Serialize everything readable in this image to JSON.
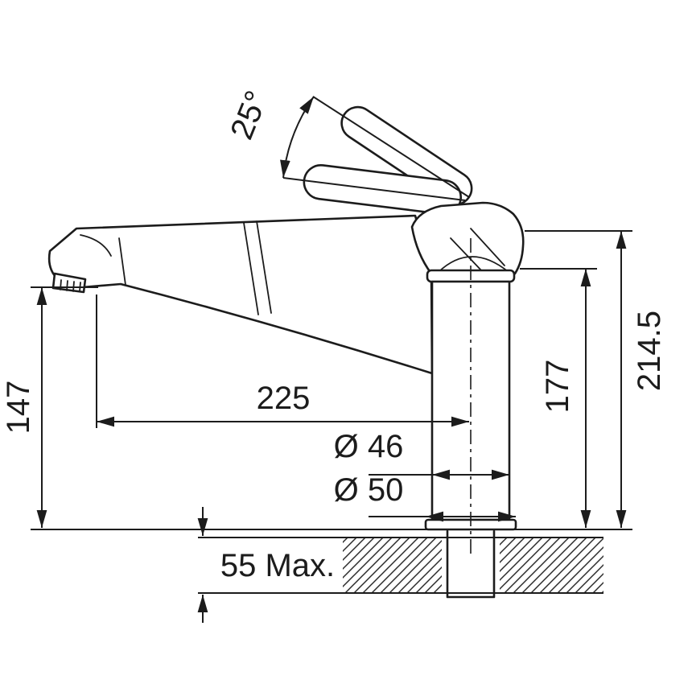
{
  "page": {
    "background": "#ffffff",
    "ink": "#1c1c1c"
  },
  "diagram": {
    "type": "technical-drawing",
    "subject": "pull-out-kitchen-faucet-side-elevation-with-installation-dimensions",
    "dimensions": {
      "handle_angle": "25°",
      "spout_outlet_height": "147",
      "spout_reach": "225",
      "body_diameter": "Ø 46",
      "base_diameter": "Ø 50",
      "body_height": "177",
      "overall_height": "214.5",
      "max_counter_thickness": "55 Max."
    }
  }
}
